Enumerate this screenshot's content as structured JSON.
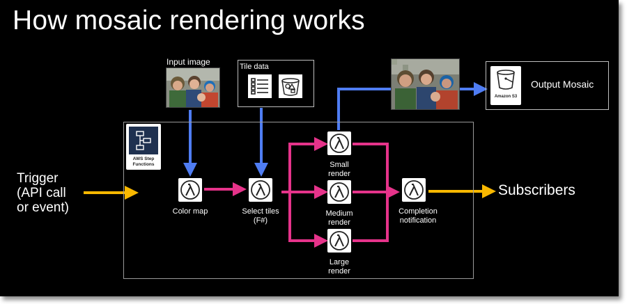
{
  "title": "How mosaic rendering works",
  "trigger": {
    "lines": [
      "Trigger",
      "(API call",
      "or event)"
    ]
  },
  "subscribers": "Subscribers",
  "input_image": {
    "label": "Input image"
  },
  "tile_data": {
    "label": "Tile data"
  },
  "output": {
    "label": "Output Mosaic",
    "service": "Amazon S3"
  },
  "step_functions": {
    "lines": [
      "AWS Step",
      "Functions"
    ]
  },
  "nodes": {
    "color_map": {
      "lines": [
        "Color map"
      ]
    },
    "select_tiles": {
      "lines": [
        "Select tiles",
        "(F#)"
      ]
    },
    "small_render": {
      "lines": [
        "Small",
        "render"
      ]
    },
    "medium_render": {
      "lines": [
        "Medium",
        "render"
      ]
    },
    "large_render": {
      "lines": [
        "Large",
        "render"
      ]
    },
    "completion": {
      "lines": [
        "Completion",
        "notification"
      ]
    }
  },
  "colors": {
    "blue": "#4f7df3",
    "pink": "#e6338a",
    "yellow": "#f9b800"
  }
}
